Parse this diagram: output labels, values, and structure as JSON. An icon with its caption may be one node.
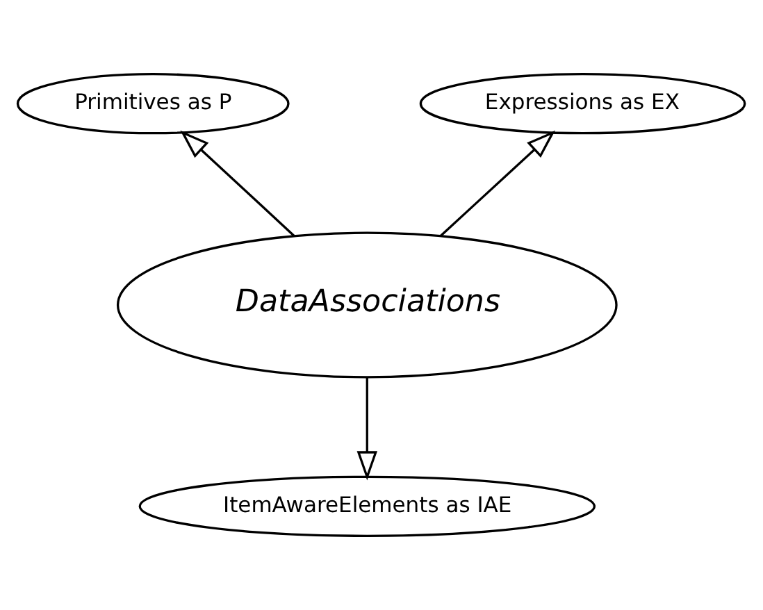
{
  "diagram": {
    "nodes": [
      {
        "text": [
          "Primitives as P"
        ]
      },
      {
        "text": [
          "Expressions as EX"
        ]
      },
      {
        "text": [
          "DataAssociations"
        ]
      },
      {
        "text": [
          "ItemAwareElements as IAE"
        ]
      }
    ],
    "edges": [
      {
        "from": 2,
        "to": 0,
        "arrow": "to"
      },
      {
        "from": 2,
        "to": 1,
        "arrow": "to"
      },
      {
        "from": 2,
        "to": 3,
        "arrow": "to"
      }
    ]
  }
}
